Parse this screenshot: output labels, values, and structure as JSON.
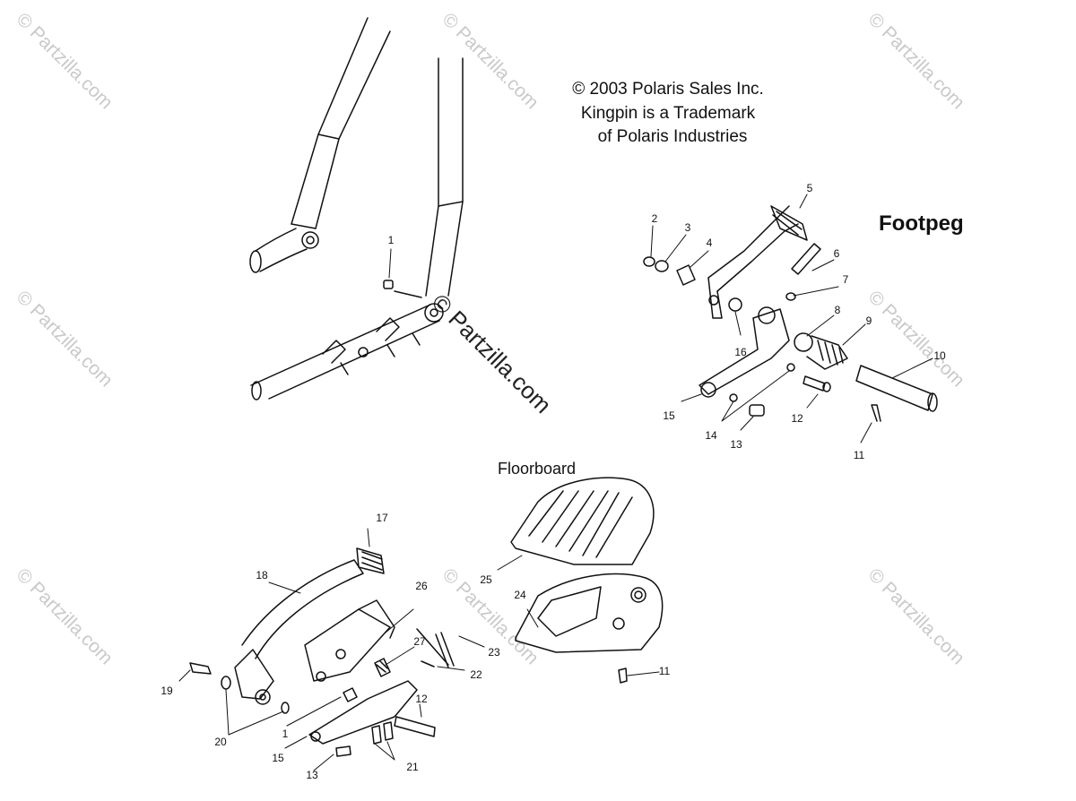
{
  "copyright": {
    "line1": "© 2003 Polaris Sales Inc.",
    "line2": "Kingpin is a Trademark",
    "line3": "of Polaris Industries"
  },
  "sections": {
    "footpeg": "Footpeg",
    "floorboard": "Floorboard"
  },
  "watermark": {
    "text": "© Partzilla.com",
    "center_text": "© Partzilla.com"
  },
  "callouts": [
    "1",
    "2",
    "3",
    "4",
    "5",
    "6",
    "7",
    "8",
    "9",
    "10",
    "11",
    "12",
    "13",
    "14",
    "15",
    "16",
    "1",
    "11",
    "12",
    "13",
    "15",
    "17",
    "18",
    "19",
    "20",
    "21",
    "22",
    "23",
    "24",
    "25",
    "26",
    "27"
  ],
  "colors": {
    "line": "#111111",
    "watermark": "#c9c9c9"
  }
}
